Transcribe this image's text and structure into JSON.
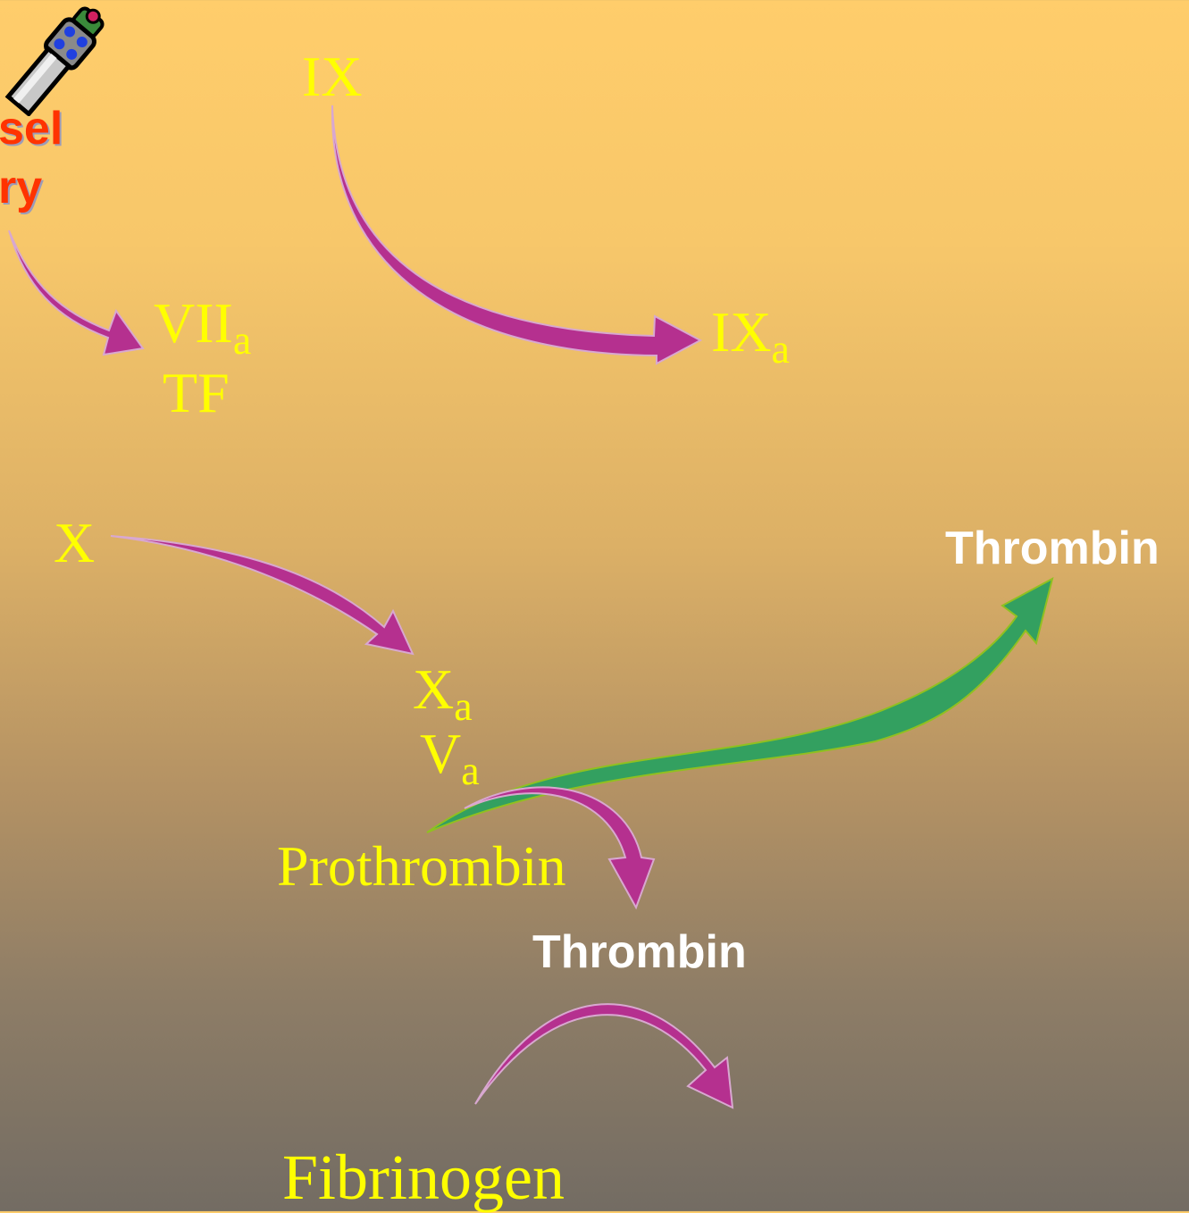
{
  "vessel_label": {
    "line1": "sel",
    "line2": "ry"
  },
  "factors": {
    "ix": "IX",
    "ixa": {
      "base": "IX",
      "sub": "a"
    },
    "viia": {
      "base": "VII",
      "sub": "a"
    },
    "tf": "TF",
    "x": "X",
    "xa": {
      "base": "X",
      "sub": "a"
    },
    "va": {
      "base": "V",
      "sub": "a"
    },
    "prothrombin": "Prothrombin",
    "thrombin_upper": "Thrombin",
    "thrombin_lower": "Thrombin",
    "fibrinogen": "Fibrinogen"
  },
  "colors": {
    "factor_text": "#ffff00",
    "thrombin_text": "#ffffff",
    "vessel_text": "#ff3300",
    "arrow_magenta": "#b5308f",
    "arrow_green": "#33a060"
  },
  "icons": {
    "vessel_tool": "scalpel-icon"
  }
}
